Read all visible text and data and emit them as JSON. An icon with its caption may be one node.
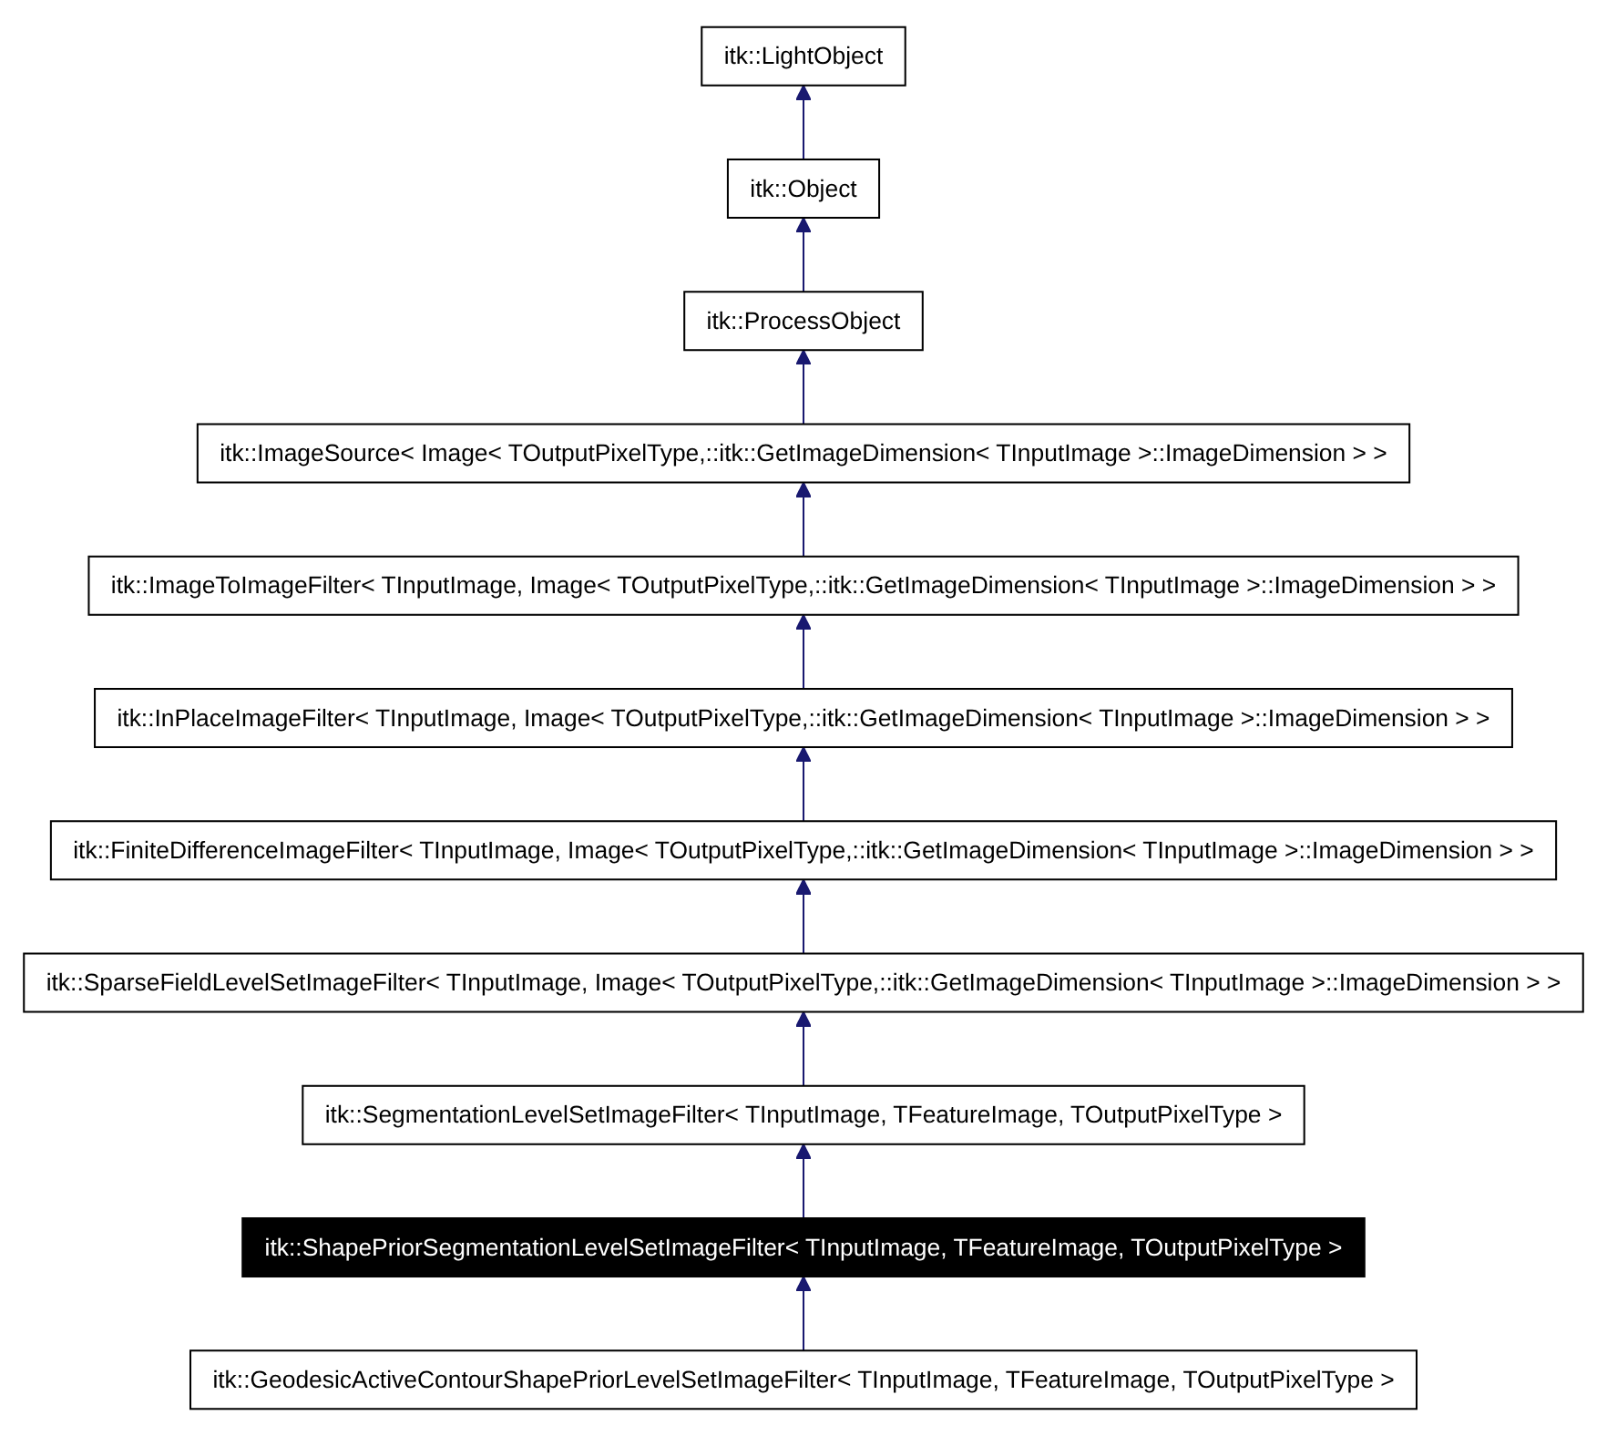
{
  "diagram": {
    "nodes": [
      {
        "text": [
          "itk::LightObject"
        ]
      },
      {
        "text": [
          "itk::Object"
        ]
      },
      {
        "text": [
          "itk::ProcessObject"
        ]
      },
      {
        "text": [
          "itk::ImageSource< Image< TOutputPixelType,::itk::GetImageDimension< TInputImage >::ImageDimension > >"
        ]
      },
      {
        "text": [
          "itk::ImageToImageFilter< TInputImage, Image< TOutputPixelType,::itk::GetImageDimension< TInputImage >::ImageDimension > >"
        ]
      },
      {
        "text": [
          "itk::InPlaceImageFilter< TInputImage, Image< TOutputPixelType,::itk::GetImageDimension< TInputImage >::ImageDimension > >"
        ]
      },
      {
        "text": [
          "itk::FiniteDifferenceImageFilter< TInputImage, Image< TOutputPixelType,::itk::GetImageDimension< TInputImage >::ImageDimension > >"
        ]
      },
      {
        "text": [
          "itk::SparseFieldLevelSetImageFilter< TInputImage, Image< TOutputPixelType,::itk::GetImageDimension< TInputImage >::ImageDimension > >"
        ]
      },
      {
        "text": [
          "itk::SegmentationLevelSetImageFilter< TInputImage, TFeatureImage, TOutputPixelType >"
        ]
      },
      {
        "text": [
          "itk::ShapePriorSegmentationLevelSetImageFilter< TInputImage, TFeatureImage, TOutputPixelType >"
        ]
      },
      {
        "text": [
          "itk::GeodesicActiveContourShapePriorLevelSetImageFilter< TInputImage, TFeatureImage, TOutputPixelType >"
        ]
      }
    ],
    "edges": [
      {
        "from": 1,
        "to": 0,
        "arrow": "to"
      },
      {
        "from": 2,
        "to": 1,
        "arrow": "to"
      },
      {
        "from": 3,
        "to": 2,
        "arrow": "to"
      },
      {
        "from": 4,
        "to": 3,
        "arrow": "to"
      },
      {
        "from": 5,
        "to": 4,
        "arrow": "to"
      },
      {
        "from": 6,
        "to": 5,
        "arrow": "to"
      },
      {
        "from": 7,
        "to": 6,
        "arrow": "to"
      },
      {
        "from": 8,
        "to": 7,
        "arrow": "to"
      },
      {
        "from": 9,
        "to": 8,
        "arrow": "to"
      },
      {
        "from": 10,
        "to": 9,
        "arrow": "to"
      }
    ]
  }
}
